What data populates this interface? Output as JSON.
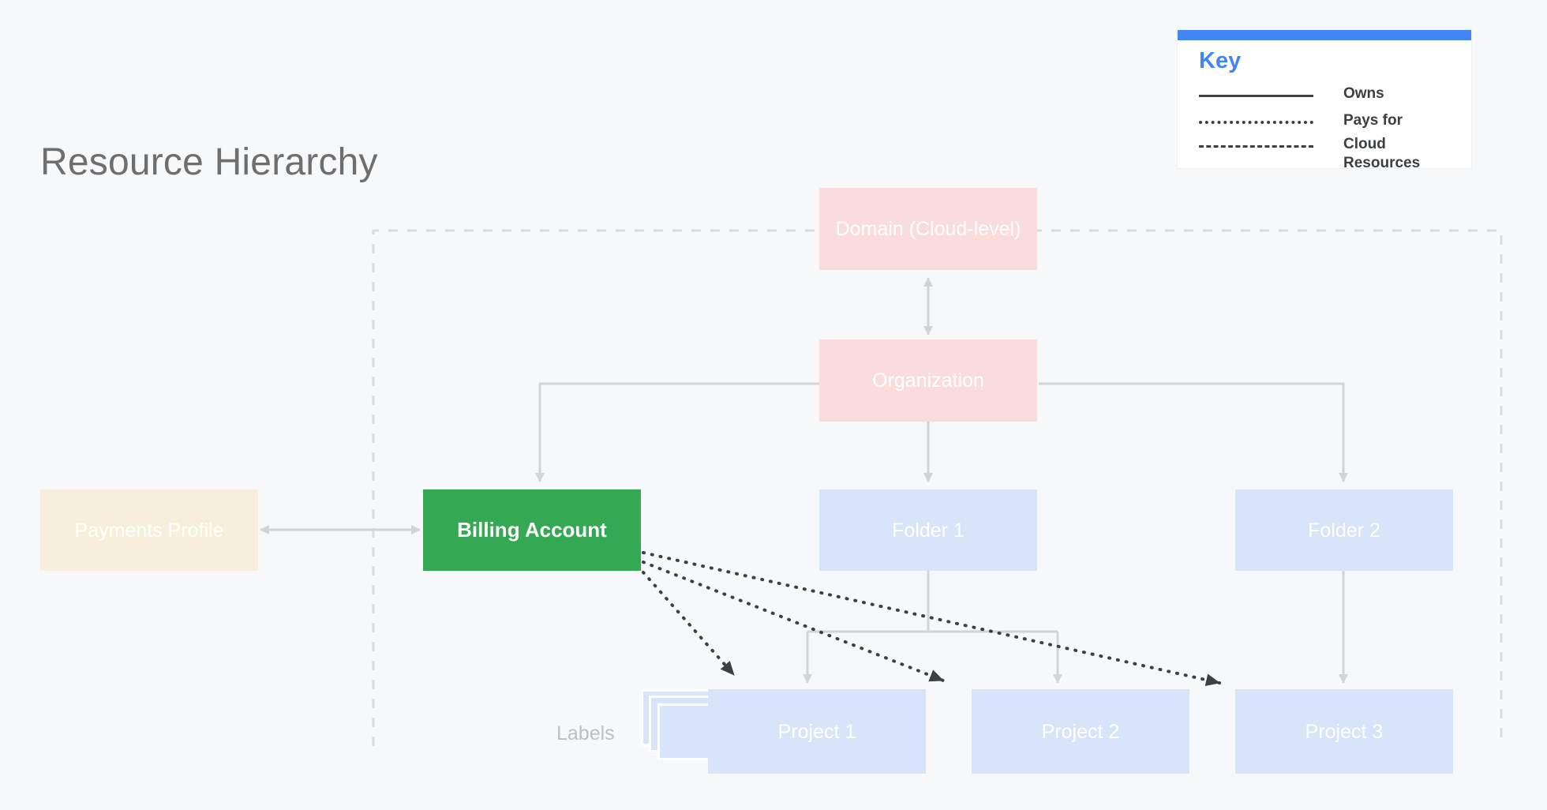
{
  "page": {
    "title": "Resource Hierarchy",
    "background_color": "#f7f8fa",
    "title_color": "#6e6e6e"
  },
  "key": {
    "heading": "Key",
    "accent_color": "#4285f4",
    "panel_background": "#ffffff",
    "items": [
      {
        "style": "solid",
        "label": "Owns"
      },
      {
        "style": "dotted",
        "label": "Pays for"
      },
      {
        "style": "dashed",
        "label": "Cloud Resources"
      }
    ]
  },
  "nodes": {
    "domain": {
      "label": "Domain (Cloud-level)",
      "color": "#fadcdc",
      "text_color": "#ffffff"
    },
    "organization": {
      "label": "Organization",
      "color": "#fadcdc",
      "text_color": "#ffffff"
    },
    "payments_profile": {
      "label": "Payments Profile",
      "color": "#f7eedb",
      "text_color": "#ffffff"
    },
    "billing_account": {
      "label": "Billing Account",
      "color": "#34a853",
      "text_color": "#ffffff"
    },
    "folder1": {
      "label": "Folder 1",
      "color": "#d7e4fa",
      "text_color": "#ffffff"
    },
    "folder2": {
      "label": "Folder 2",
      "color": "#d7e4fa",
      "text_color": "#ffffff"
    },
    "project1": {
      "label": "Project 1",
      "color": "#d7e4fa",
      "text_color": "#ffffff"
    },
    "project2": {
      "label": "Project 2",
      "color": "#d7e4fa",
      "text_color": "#ffffff"
    },
    "project3": {
      "label": "Project 3",
      "color": "#d7e4fa",
      "text_color": "#ffffff"
    },
    "labels": {
      "label": "Labels",
      "color": "#d7e4fa",
      "text_color": "#bcc0c6"
    }
  },
  "boundary": {
    "name": "Cloud Resources boundary",
    "style": "dashed",
    "color": "#d9dbdf"
  },
  "connectors": {
    "owns_color": "#d2d4d7",
    "pays_for_color": "#3c4043",
    "edges": [
      {
        "from": "domain",
        "to": "organization",
        "type": "owns",
        "bidirectional": true
      },
      {
        "from": "payments_profile",
        "to": "billing_account",
        "type": "owns",
        "bidirectional": true
      },
      {
        "from": "organization",
        "to": "billing_account",
        "type": "owns",
        "bidirectional": false
      },
      {
        "from": "organization",
        "to": "folder1",
        "type": "owns",
        "bidirectional": false
      },
      {
        "from": "organization",
        "to": "folder2",
        "type": "owns",
        "bidirectional": false
      },
      {
        "from": "folder1",
        "to": "project1",
        "type": "owns",
        "bidirectional": false
      },
      {
        "from": "folder1",
        "to": "project2",
        "type": "owns",
        "bidirectional": false
      },
      {
        "from": "folder2",
        "to": "project3",
        "type": "owns",
        "bidirectional": false
      },
      {
        "from": "billing_account",
        "to": "project1",
        "type": "pays_for",
        "bidirectional": false
      },
      {
        "from": "billing_account",
        "to": "project2",
        "type": "pays_for",
        "bidirectional": false
      },
      {
        "from": "billing_account",
        "to": "project3",
        "type": "pays_for",
        "bidirectional": false
      }
    ]
  }
}
